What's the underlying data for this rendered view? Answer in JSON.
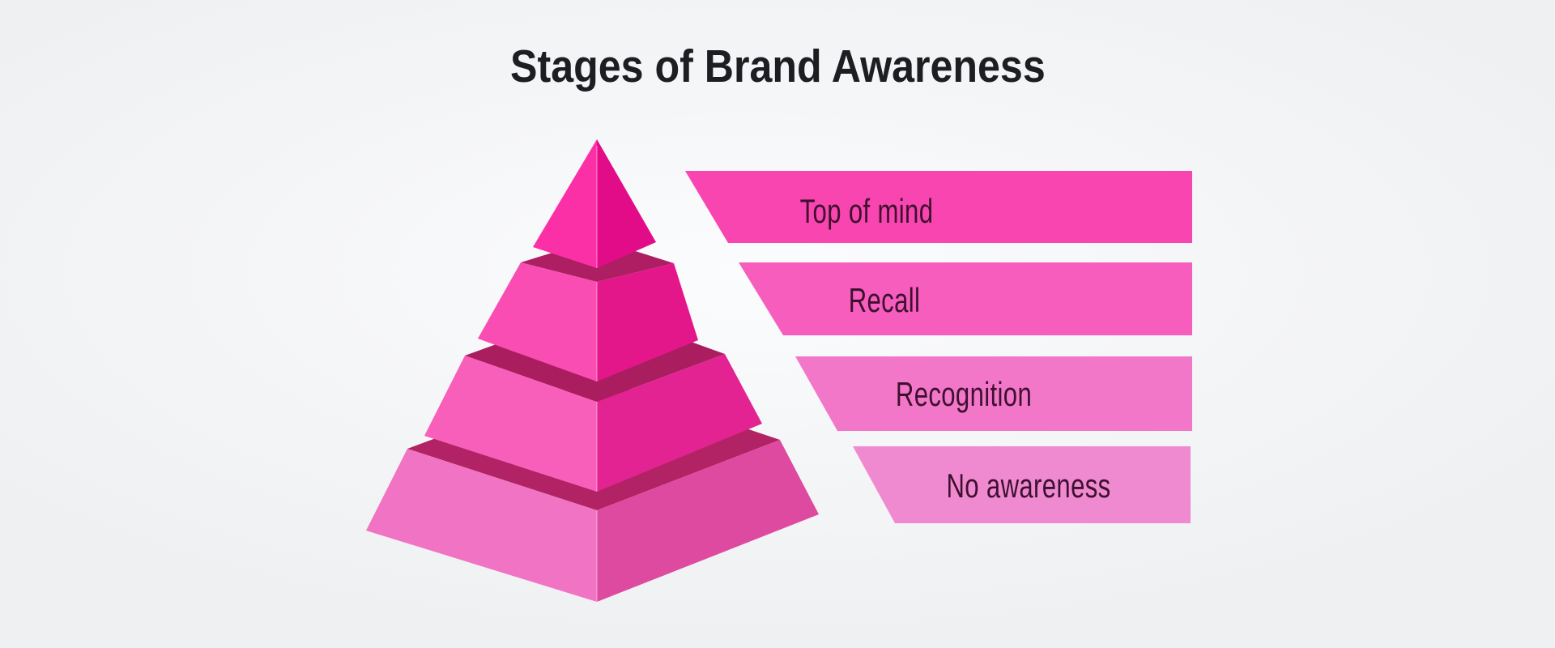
{
  "title": "Stages of Brand Awareness",
  "stages": [
    {
      "label": "Top of mind",
      "band_color": "#f845b0",
      "tier_left": "#fb30a7",
      "tier_right": "#e20c89",
      "collar": null
    },
    {
      "label": "Recall",
      "band_color": "#f65dbc",
      "tier_left": "#f94db3",
      "tier_right": "#e3178a",
      "collar": "#ae1e62"
    },
    {
      "label": "Recognition",
      "band_color": "#f377c8",
      "tier_left": "#f75fbb",
      "tier_right": "#e22391",
      "collar": "#aa1d5f"
    },
    {
      "label": "No awareness",
      "band_color": "#f08ad0",
      "tier_left": "#f173c3",
      "tier_right": "#de4aa0",
      "collar": "#b12364"
    }
  ],
  "colors": {
    "title_text": "#1d1e22",
    "label_text": "#3e1030",
    "background": "#eff1f3"
  }
}
